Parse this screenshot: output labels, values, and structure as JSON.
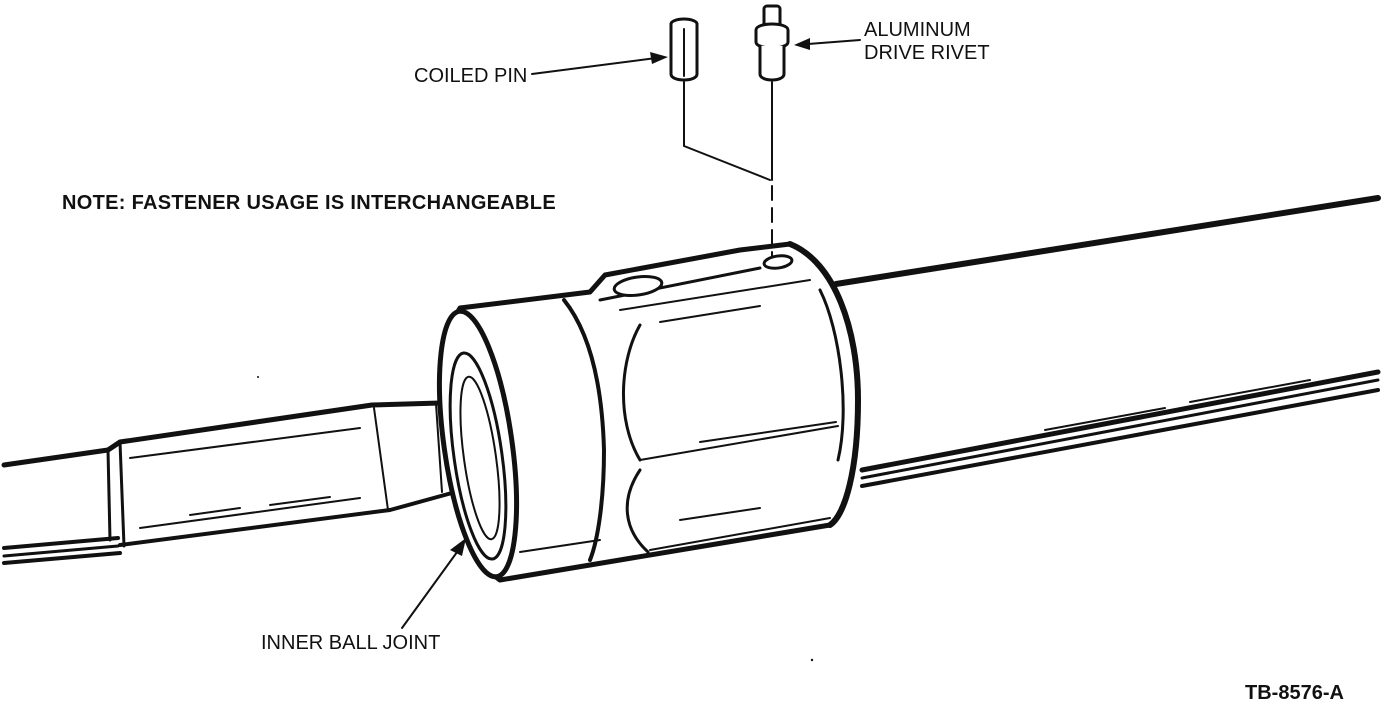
{
  "labels": {
    "aluminum_drive_rivet_line1": "ALUMINUM",
    "aluminum_drive_rivet_line2": "DRIVE RIVET",
    "coiled_pin": "COILED PIN",
    "note": "NOTE: FASTENER USAGE IS INTERCHANGEABLE",
    "inner_ball_joint": "INNER BALL JOINT",
    "figure_id": "TB-8576-A"
  },
  "colors": {
    "ink": "#111111",
    "background": "#ffffff"
  }
}
